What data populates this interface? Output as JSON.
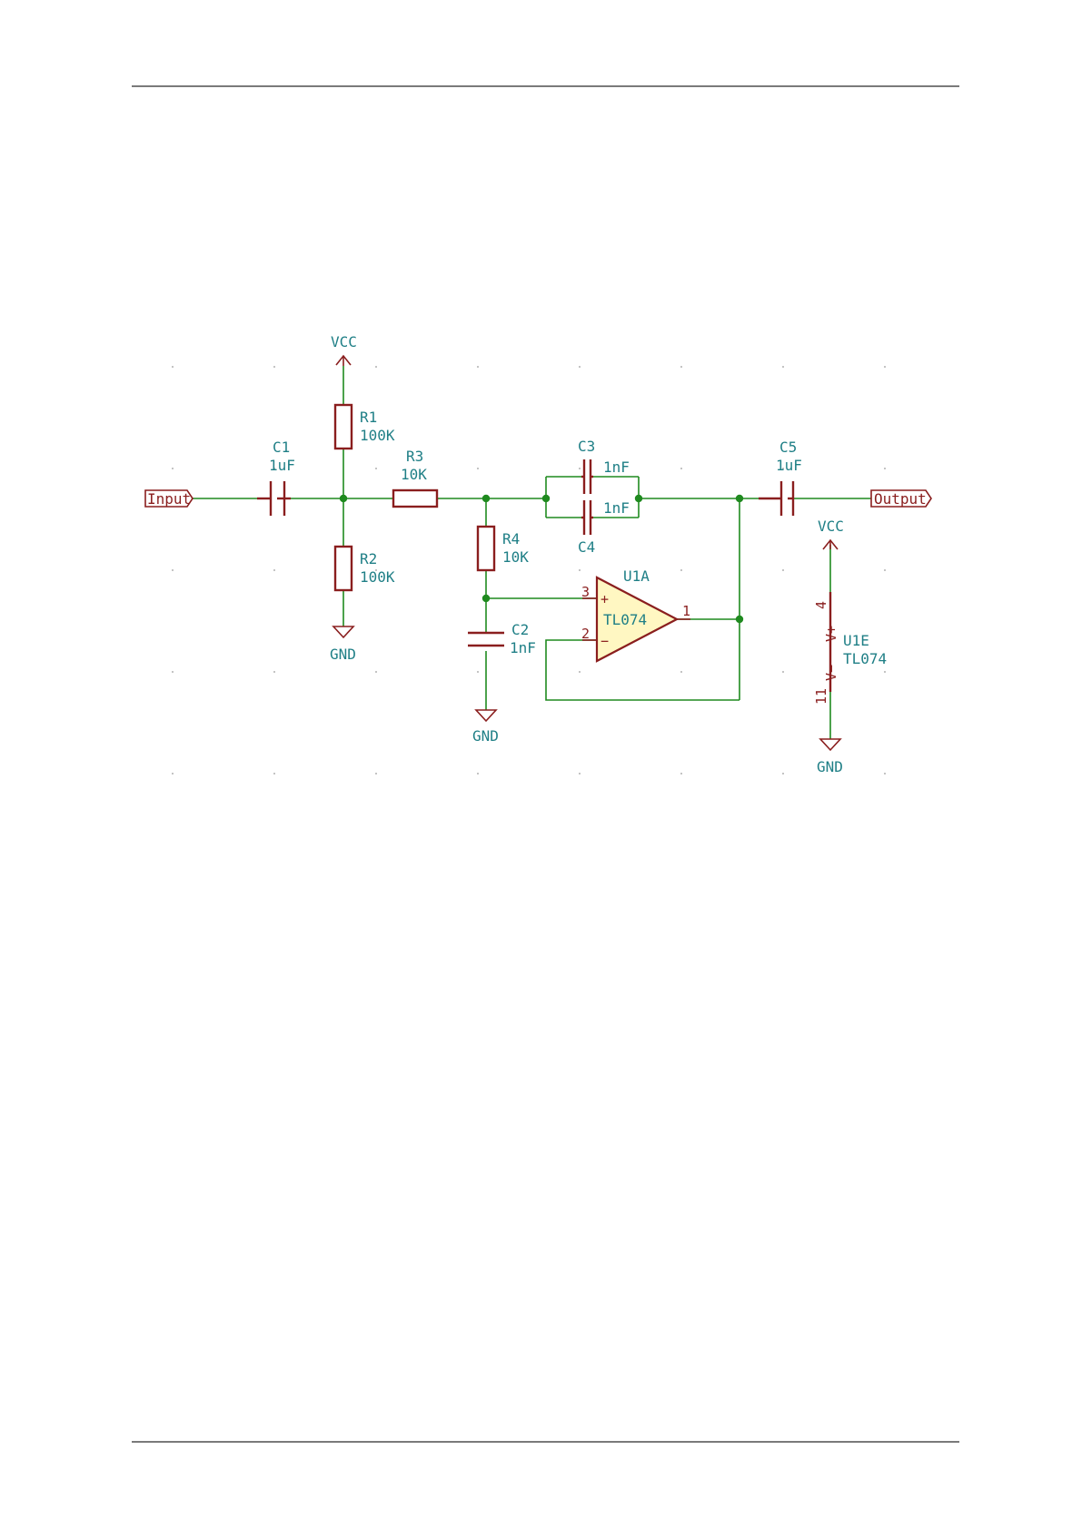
{
  "ports": {
    "input": "Input",
    "output": "Output"
  },
  "power": {
    "vcc": "VCC",
    "gnd": "GND"
  },
  "components": {
    "C1": {
      "ref": "C1",
      "value": "1uF"
    },
    "R1": {
      "ref": "R1",
      "value": "100K"
    },
    "R2": {
      "ref": "R2",
      "value": "100K"
    },
    "R3": {
      "ref": "R3",
      "value": "10K"
    },
    "R4": {
      "ref": "R4",
      "value": "10K"
    },
    "C2": {
      "ref": "C2",
      "value": "1nF"
    },
    "C3": {
      "ref": "C3",
      "value": "1nF"
    },
    "C4": {
      "ref": "C4",
      "value": "1nF"
    },
    "C5": {
      "ref": "C5",
      "value": "1uF"
    },
    "U1A": {
      "ref": "U1A",
      "value": "TL074",
      "pin_plus": "3",
      "pin_minus": "2",
      "pin_out": "1",
      "sym_plus": "+",
      "sym_minus": "−"
    },
    "U1E": {
      "ref": "U1E",
      "value": "TL074",
      "pin_vplus": "4",
      "pin_vminus": "11",
      "label_vplus": "V+",
      "label_vminus": "V−"
    }
  },
  "colors": {
    "wire": "#1f8a1f",
    "component": "#8a1e1e",
    "reference": "#1f7f86",
    "opamp_fill": "#fff7c2"
  }
}
